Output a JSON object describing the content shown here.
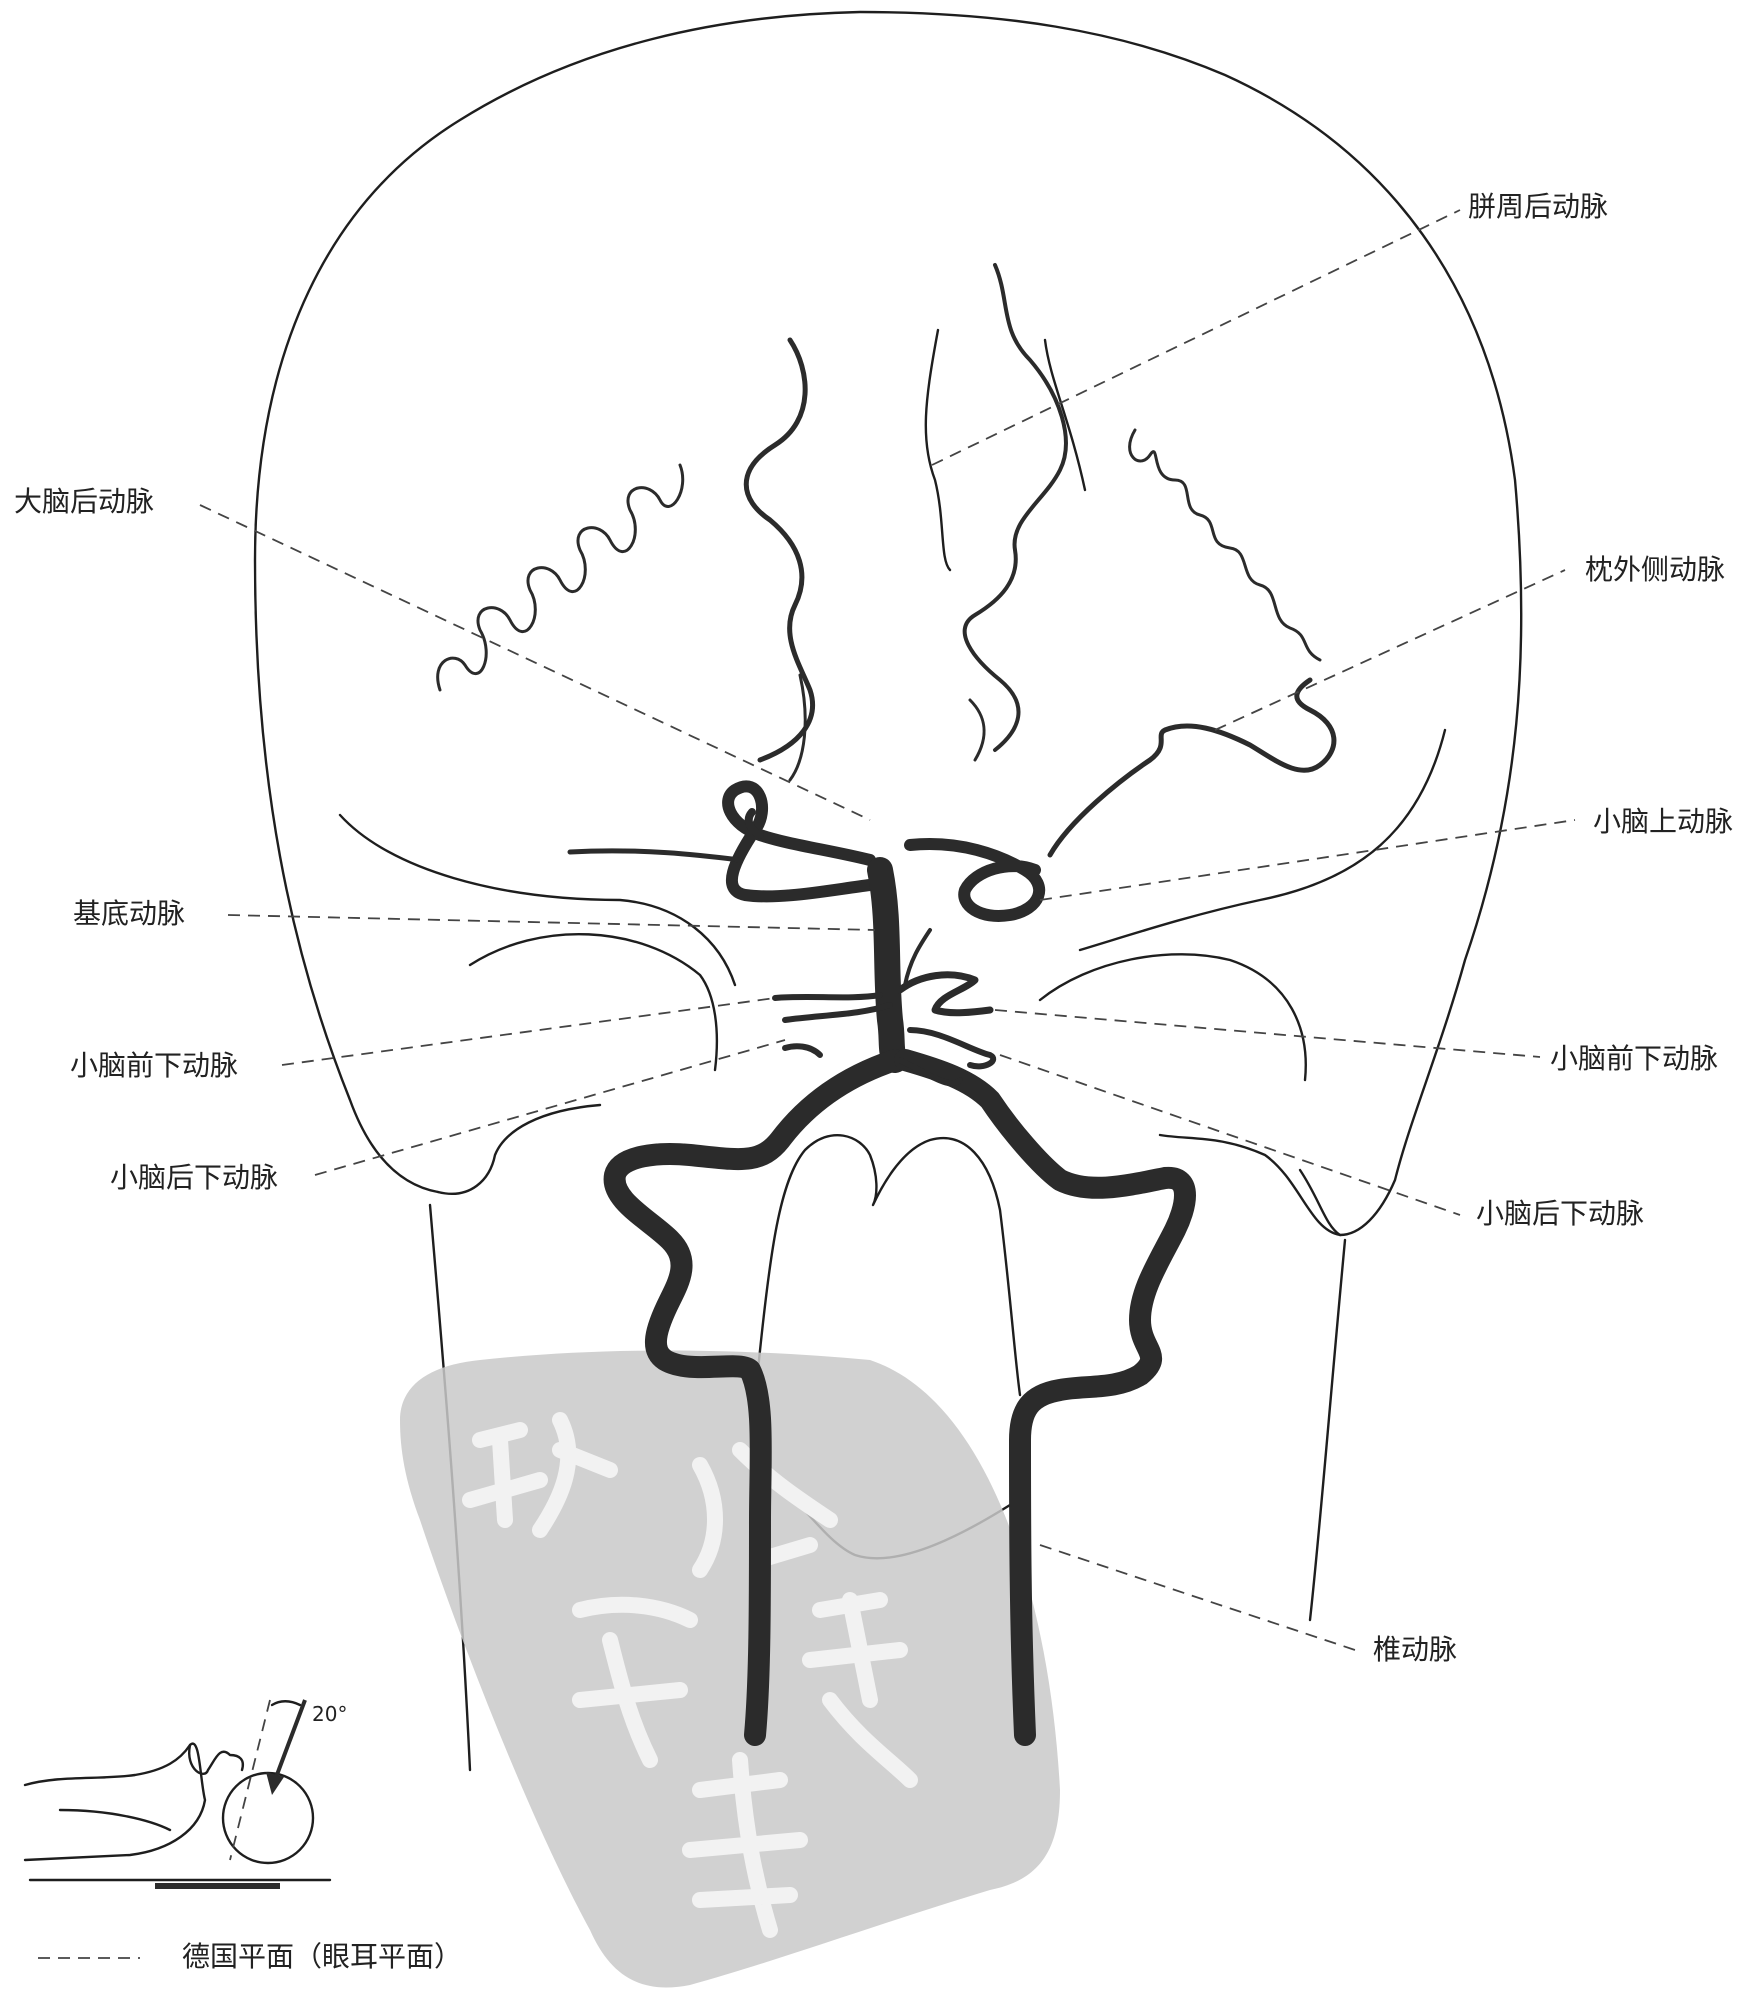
{
  "labels": {
    "pericallosal_posterior": "胼周后动脉",
    "posterior_cerebral": "大脑后动脉",
    "lateral_occipital": "枕外侧动脉",
    "superior_cerebellar": "小脑上动脉",
    "basilar": "基底动脉",
    "aica_left": "小脑前下动脉",
    "aica_right": "小脑前下动脉",
    "pica_left": "小脑后下动脉",
    "pica_right": "小脑后下动脉",
    "vertebral": "椎动脉"
  },
  "inset": {
    "angle": "20°",
    "legend": "德国平面（眼耳平面）"
  },
  "watermark": {
    "description": "grey seal-stamp watermark with archaic script",
    "text": "新华字典"
  },
  "colors": {
    "outline": "#1e1e1e",
    "artery": "#2b2b2b",
    "watermark": "#c9c9c9"
  }
}
